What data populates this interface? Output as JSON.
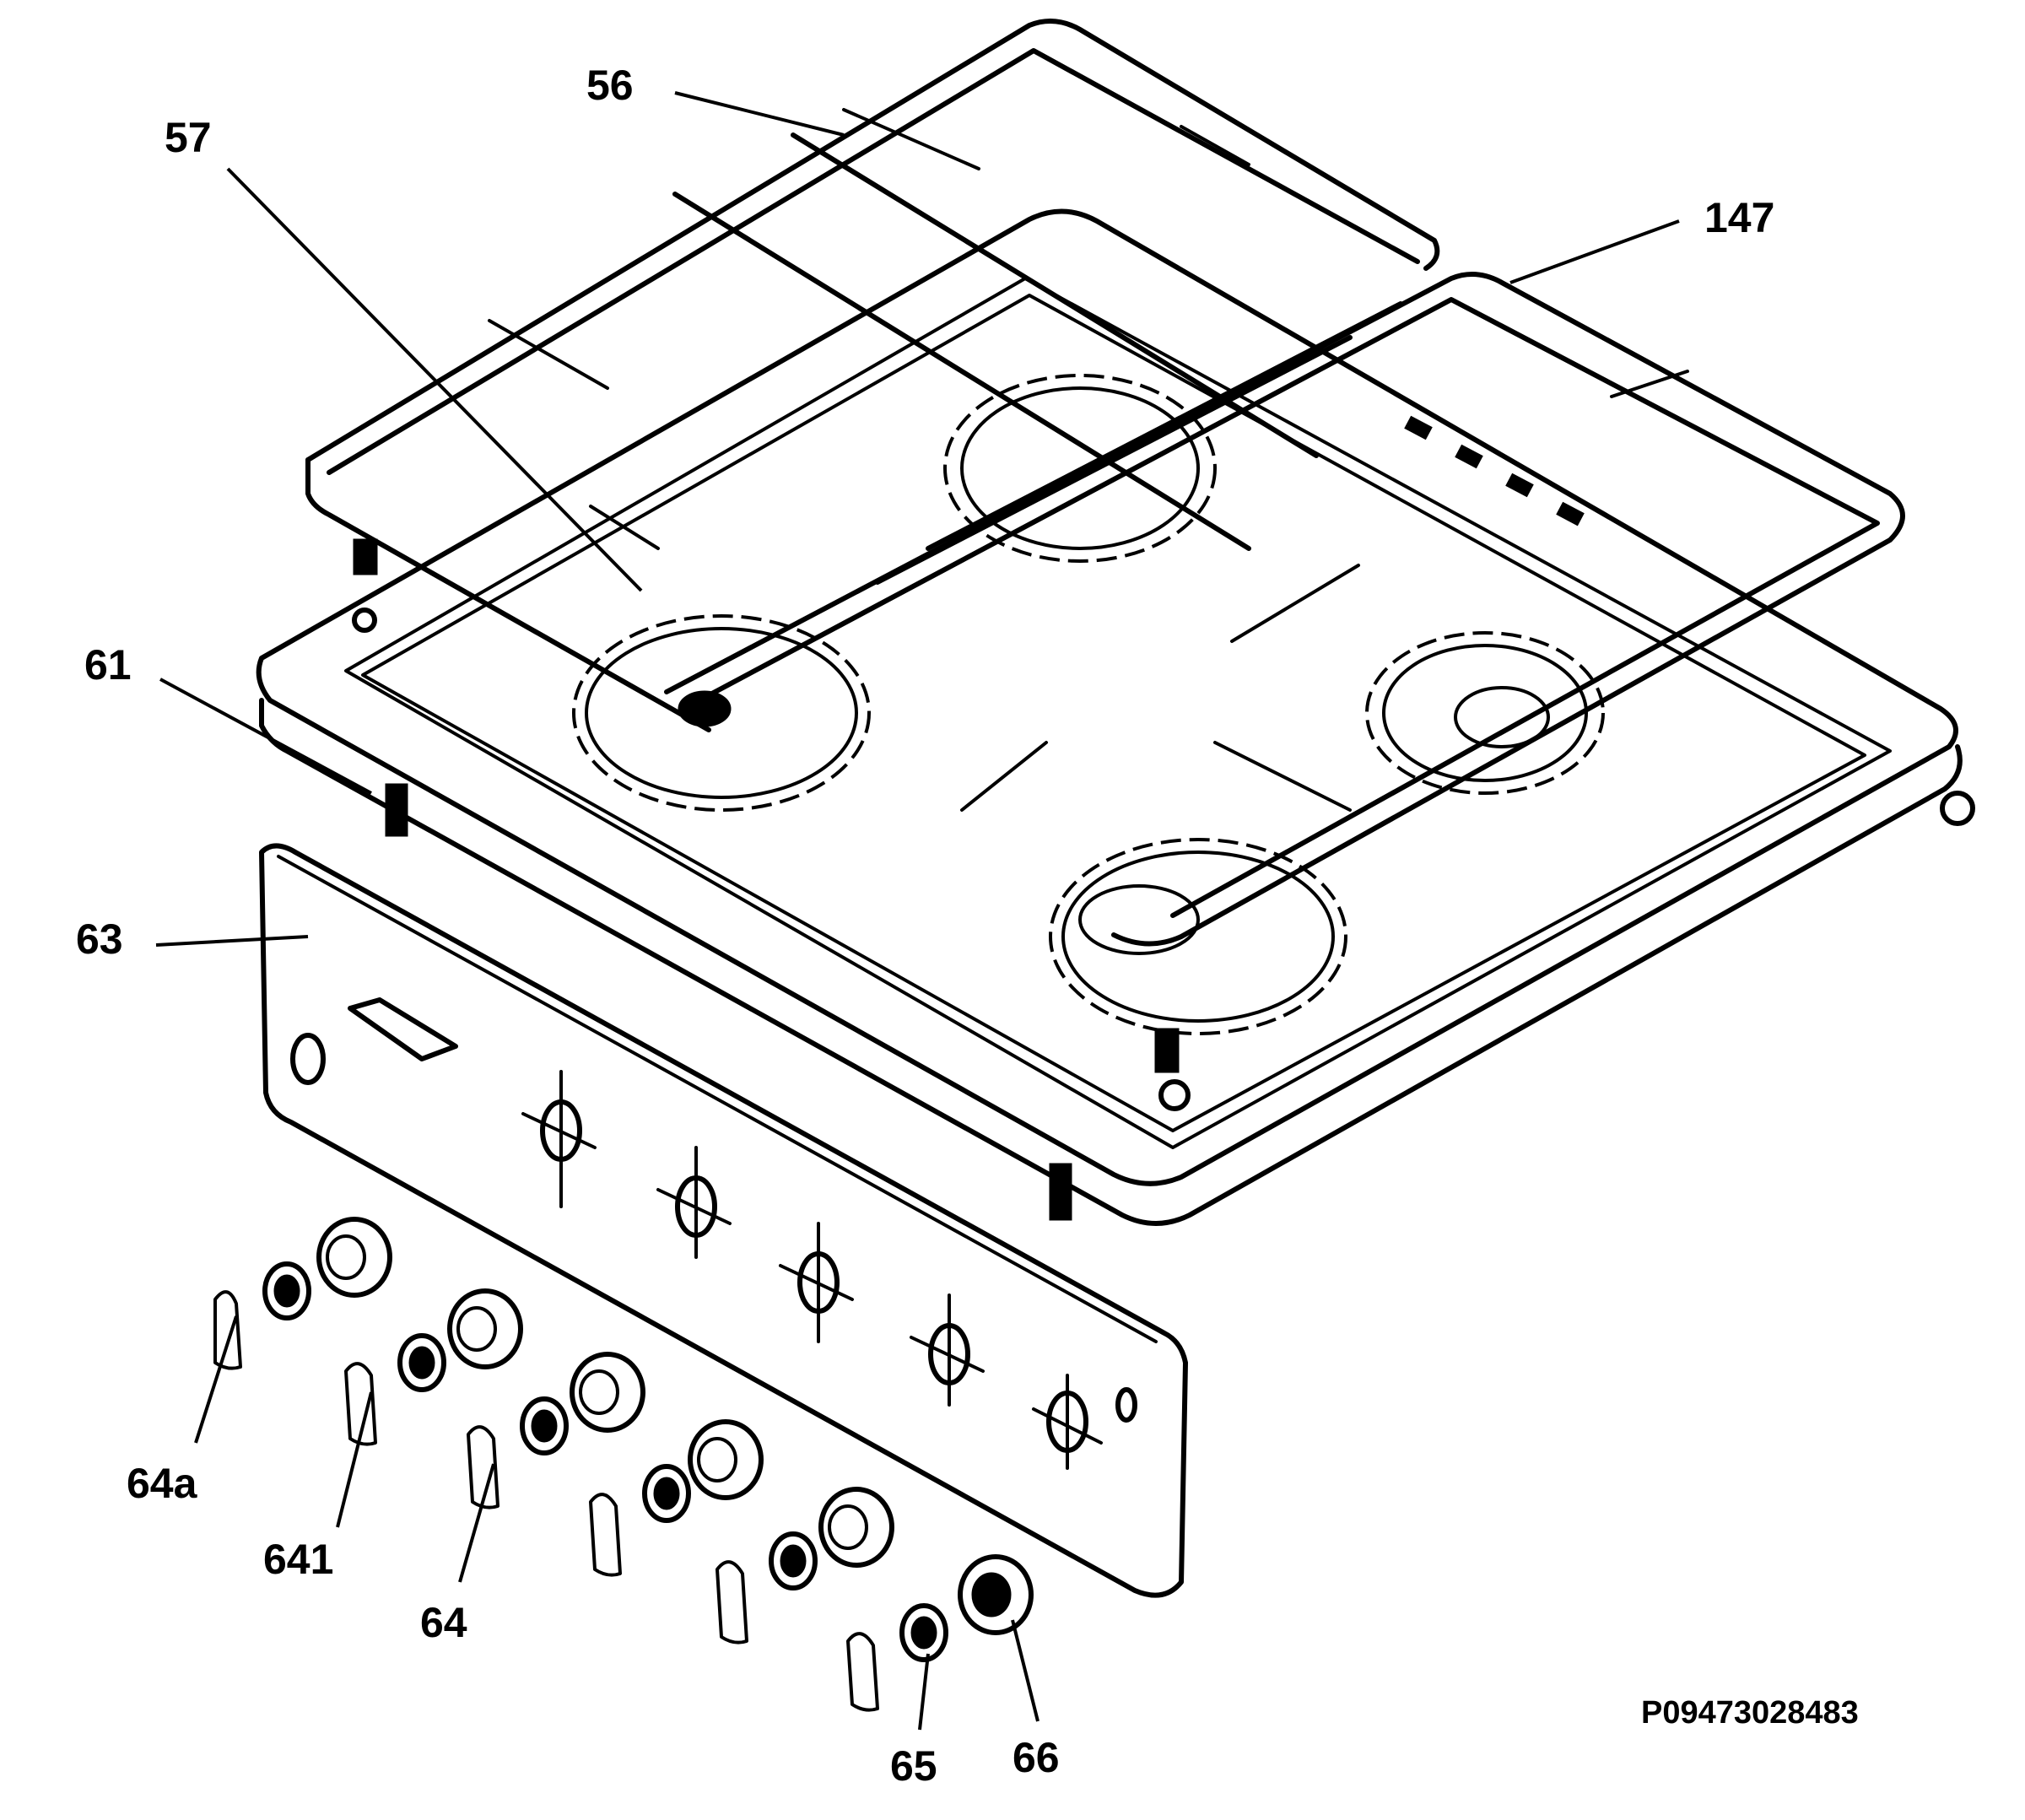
{
  "labels": {
    "p56": "56",
    "p57": "57",
    "p147": "147",
    "p61": "61",
    "p63": "63",
    "p64a": "64a",
    "p641": "641",
    "p64": "64",
    "p65": "65",
    "p66": "66"
  },
  "doc_id": "P09473028483"
}
